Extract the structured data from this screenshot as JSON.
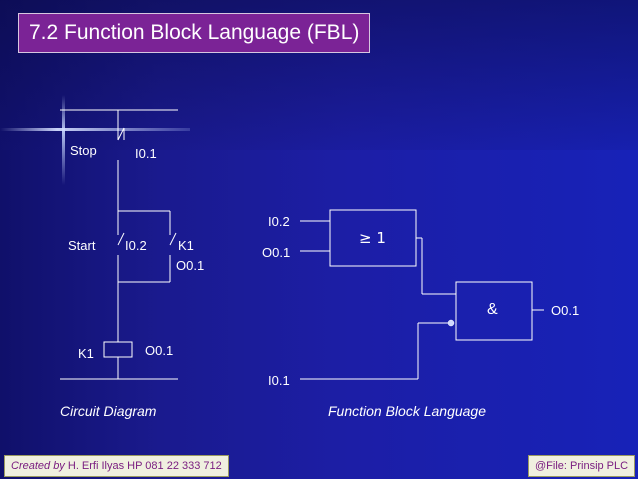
{
  "title": "7.2 Function Block Language (FBL)",
  "circuit": {
    "stop_label": "Stop",
    "stop_addr": "I0.1",
    "start_label": "Start",
    "start_addr": "I0.2",
    "k1_contact_label": "K1",
    "k1_contact_addr": "O0.1",
    "coil_label": "K1",
    "coil_addr": "O0.1",
    "caption": "Circuit Diagram"
  },
  "fbl": {
    "or_in1": "I0.2",
    "or_in2": "O0.1",
    "or_symbol": "≥ 1",
    "and_symbol": "&",
    "and_in2": "I0.1",
    "output": "O0.1",
    "caption": "Function Block Language"
  },
  "footer": {
    "created_prefix": "Created by",
    "created_text": " H. Erfi Ilyas HP 081 22 333 712",
    "file": "@File: Prinsip PLC"
  },
  "colors": {
    "background": "#1a1a8c",
    "title_bg": "#7b2396",
    "line": "#ffffff"
  }
}
